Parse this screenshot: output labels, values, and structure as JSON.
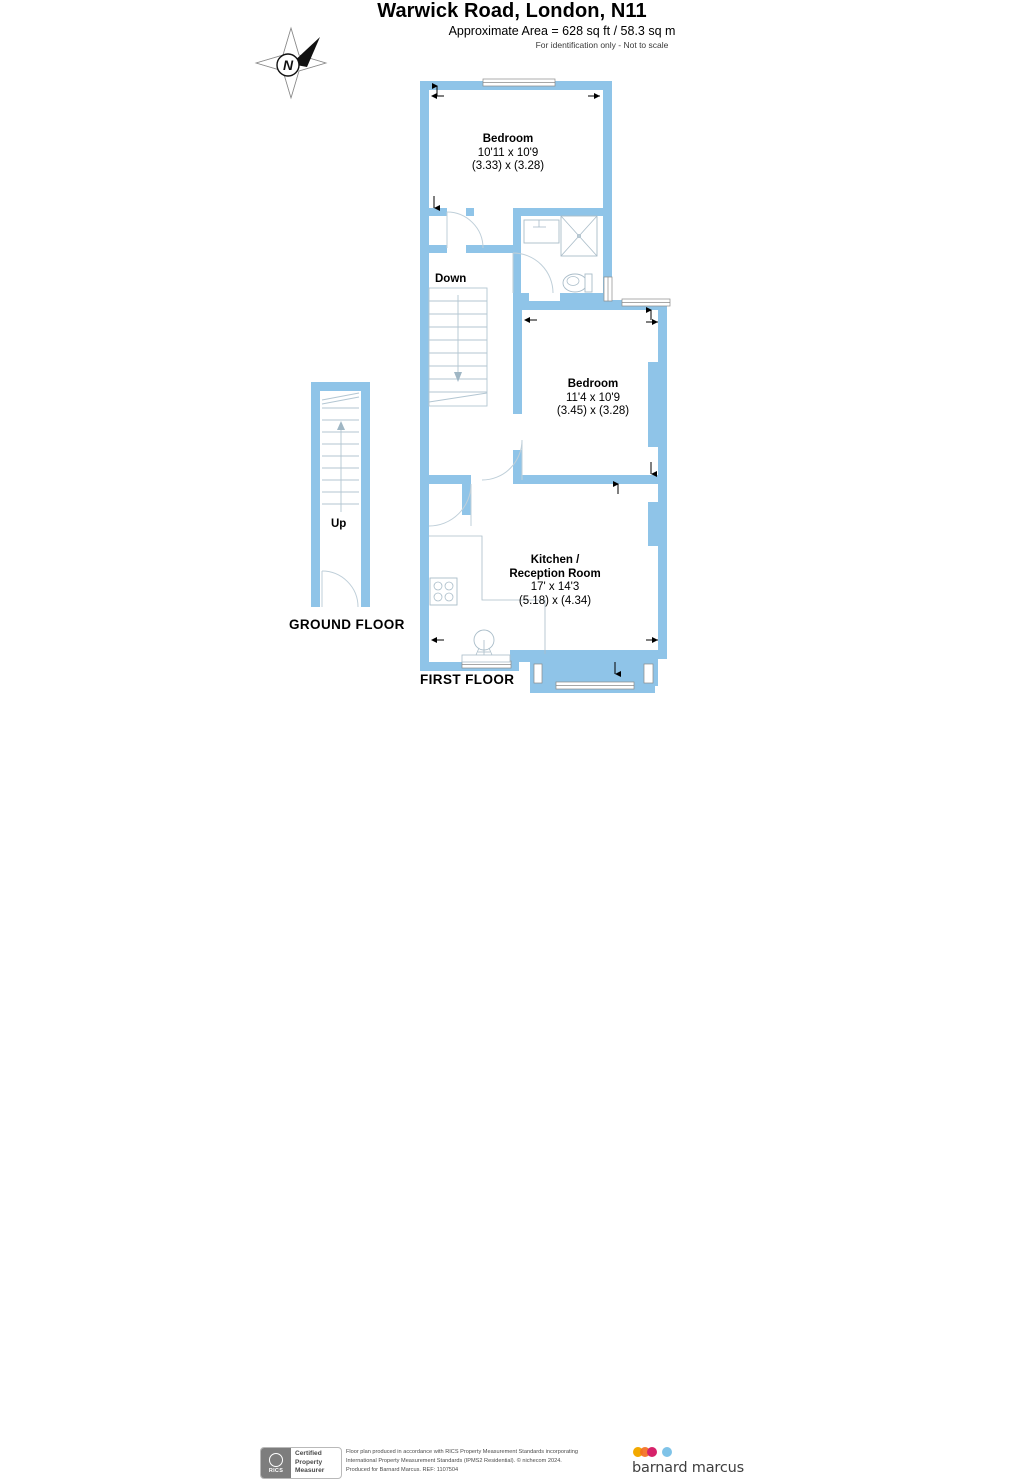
{
  "header": {
    "title": "Warwick Road, London, N11",
    "area": "Approximate Area = 628 sq ft / 58.3 sq m",
    "note": "For identification only - Not to scale"
  },
  "compass": {
    "label": "N",
    "name": "compass-rose"
  },
  "floors": [
    {
      "id": "ground",
      "label": "GROUND FLOOR"
    },
    {
      "id": "first",
      "label": "FIRST FLOOR"
    }
  ],
  "stairs": [
    {
      "id": "down",
      "label": "Down",
      "floor": "first"
    },
    {
      "id": "up",
      "label": "Up",
      "floor": "ground"
    }
  ],
  "rooms": [
    {
      "id": "bedroom-1",
      "name": "Bedroom",
      "imperial": "10'11 x 10'9",
      "metric": "(3.33) x (3.28)",
      "floor": "first"
    },
    {
      "id": "bedroom-2",
      "name": "Bedroom",
      "imperial": "11'4 x 10'9",
      "metric": "(3.45) x (3.28)",
      "floor": "first"
    },
    {
      "id": "kitchen-reception",
      "name_line_1": "Kitchen /",
      "name_line_2": "Reception Room",
      "imperial": "17' x 14'3",
      "metric": "(5.18) x (4.34)",
      "floor": "first"
    }
  ],
  "fixtures": [
    {
      "id": "bathroom-sink",
      "name": "basin"
    },
    {
      "id": "shower-tray",
      "name": "shower"
    },
    {
      "id": "wc",
      "name": "toilet"
    },
    {
      "id": "hob",
      "name": "cooker-hob"
    },
    {
      "id": "kitchen-sink",
      "name": "sink"
    }
  ],
  "footer": {
    "rics": {
      "mark": "RICS",
      "line_1": "Certified",
      "line_2": "Property",
      "line_3": "Measurer"
    },
    "disclaimer_line_1": "Floor plan produced in accordance with RICS Property Measurement Standards incorporating",
    "disclaimer_line_2": "International Property Measurement Standards (IPMS2 Residential).   © nichecom 2024.",
    "disclaimer_line_3": "Produced for Barnard Marcus.   REF: 1107504",
    "brand": "barnard marcus"
  },
  "colors": {
    "wall": "#8fc4e8",
    "wall_stroke": "#8fc4e8",
    "detail_line": "#9fb6c4",
    "text": "#000000",
    "footer_text": "#4a4a4a"
  }
}
